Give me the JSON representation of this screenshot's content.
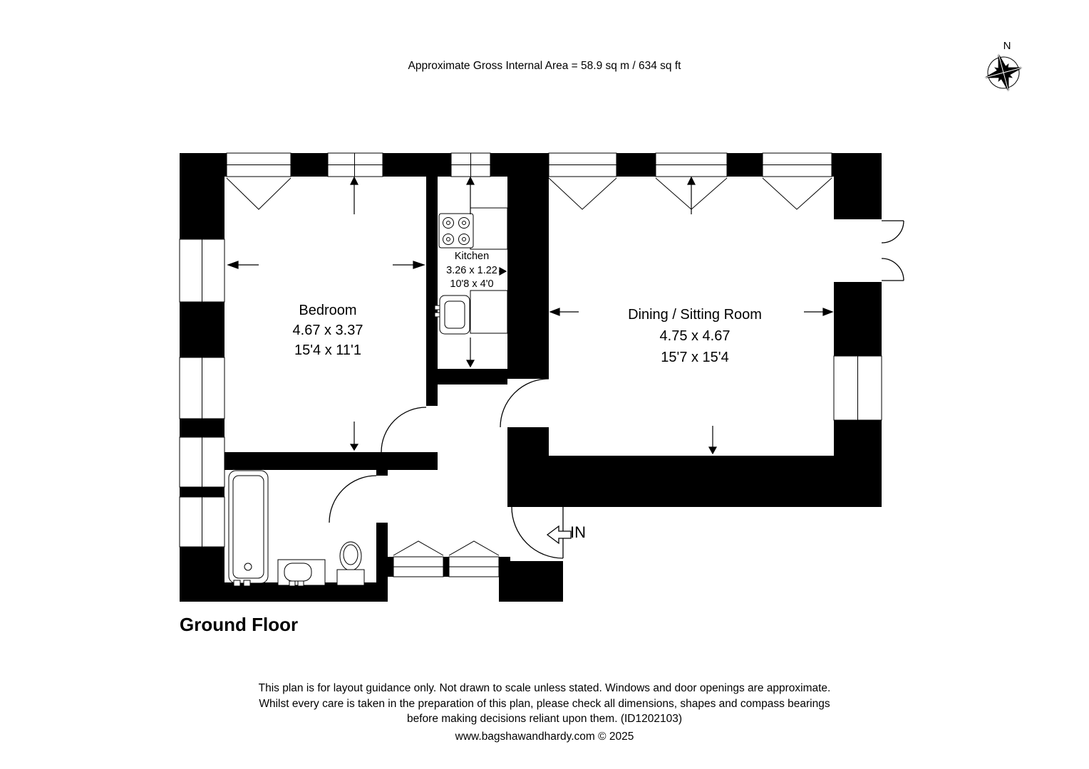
{
  "header": {
    "area_note": "Approximate Gross Internal Area = 58.9 sq m / 634 sq ft"
  },
  "compass": {
    "north_label": "N"
  },
  "rooms": {
    "bedroom": {
      "name": "Bedroom",
      "dims_metric": "4.67 x 3.37",
      "dims_imperial": "15'4 x 11'1"
    },
    "kitchen": {
      "name": "Kitchen",
      "dims_metric": "3.26 x 1.22",
      "dims_imperial": "10'8 x 4'0"
    },
    "dining": {
      "name": "Dining / Sitting Room",
      "dims_metric": "4.75 x 4.67",
      "dims_imperial": "15'7 x 15'4"
    }
  },
  "entrance": {
    "label": "IN"
  },
  "floor": {
    "title": "Ground Floor"
  },
  "footer": {
    "disclaimer_line1": "This plan is for layout guidance only. Not drawn to scale unless stated. Windows and door openings are approximate.",
    "disclaimer_line2": "Whilst every care is taken in the preparation of this plan, please check all dimensions, shapes and compass bearings",
    "disclaimer_line3": "before making decisions reliant upon them. (ID1202103)",
    "credit": "www.bagshawandhardy.com © 2025"
  },
  "colors": {
    "walls": "#000000",
    "background": "#ffffff"
  }
}
